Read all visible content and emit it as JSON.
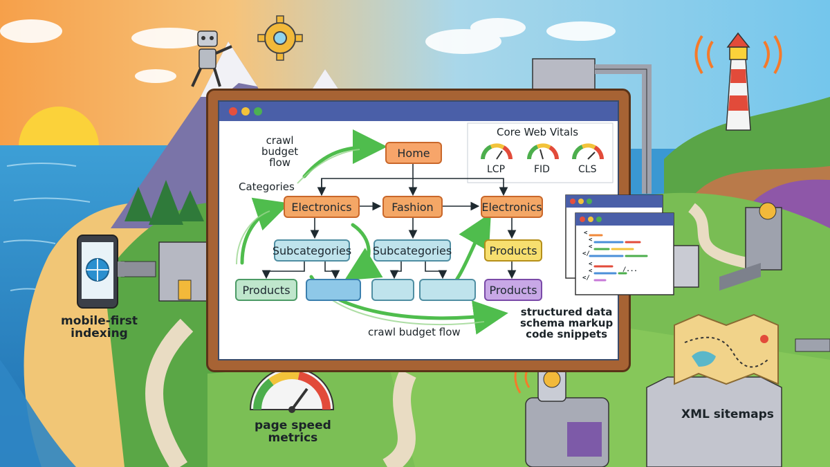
{
  "labels": {
    "crawl_budget_flow_top": "crawl\nbudget\nflow",
    "categories": "Categories",
    "crawl_budget_flow_bottom": "crawl budget flow",
    "mobile_first": "mobile-first\nindexing",
    "page_speed": "page speed\nmetrics",
    "structured_data": "structured data\nschema markup\ncode snippets",
    "xml_sitemaps": "XML sitemaps"
  },
  "core_web_vitals": {
    "title": "Core Web Vitals",
    "gauges": [
      "LCP",
      "FID",
      "CLS"
    ]
  },
  "site_tree": {
    "home": "Home",
    "categories": [
      "Electronics",
      "Fashion",
      "Electronics"
    ],
    "subcategories": [
      "Subcategories",
      "Subcategories"
    ],
    "right_products": [
      "Products",
      "Products"
    ],
    "left_products": "Products"
  },
  "code_window": {
    "lines": [
      "<",
      "<",
      "<",
      "</",
      "<",
      "<",
      "</",
      "/..."
    ]
  },
  "colors": {
    "home": "#f7a56a",
    "category": "#f4a766",
    "subcategory": "#bfe3ec",
    "products_green": "#bfe6cc",
    "products_yellow": "#f7df6f",
    "products_purple": "#c8a8e6",
    "arrow_green": "#4fbd4d",
    "frame_wood": "#a76334"
  }
}
